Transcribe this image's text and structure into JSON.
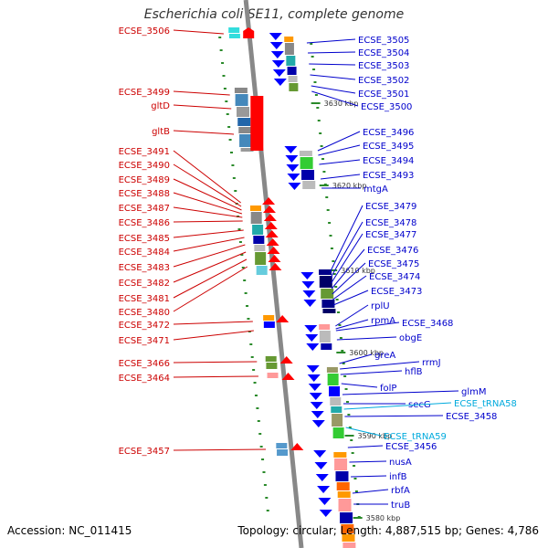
{
  "title": "Escherichia coli SE11, complete genome",
  "footer": {
    "accession": "Accession: NC_011415",
    "summary": "Topology: circular; Length: 4,887,515 bp; Genes: 4,786"
  },
  "colors": {
    "left_label": "#cc0000",
    "right_label": "#0000cc",
    "trna_label": "#00aadd",
    "backbone": "#888888",
    "tick": "#2a8a2a",
    "forward_arrow": "#ff0000",
    "reverse_arrow": "#0000ff"
  },
  "scale": [
    "3630 kbp",
    "3620 kbp",
    "3610 kbp",
    "3600 kbp",
    "3590 kbp",
    "3580 kbp"
  ],
  "left_genes": [
    "ECSE_3506",
    "ECSE_3499",
    "gltD",
    "gltB",
    "ECSE_3491",
    "ECSE_3490",
    "ECSE_3489",
    "ECSE_3488",
    "ECSE_3487",
    "ECSE_3486",
    "ECSE_3485",
    "ECSE_3484",
    "ECSE_3483",
    "ECSE_3482",
    "ECSE_3481",
    "ECSE_3480",
    "ECSE_3472",
    "ECSE_3471",
    "ECSE_3466",
    "ECSE_3464",
    "ECSE_3457"
  ],
  "right_genes": [
    "ECSE_3505",
    "ECSE_3504",
    "ECSE_3503",
    "ECSE_3502",
    "ECSE_3501",
    "ECSE_3500",
    "ECSE_3496",
    "ECSE_3495",
    "ECSE_3494",
    "ECSE_3493",
    "mtgA",
    "ECSE_3479",
    "ECSE_3478",
    "ECSE_3477",
    "ECSE_3476",
    "ECSE_3475",
    "ECSE_3474",
    "ECSE_3473",
    "rplU",
    "rpmA",
    "ECSE_3468",
    "obgE",
    "greA",
    "rrmJ",
    "hflB",
    "folP",
    "glmM",
    "secG",
    "ECSE_tRNA58",
    "ECSE_3458",
    "ECSE_tRNA59",
    "ECSE_3456",
    "nusA",
    "infB",
    "rbfA",
    "truB"
  ]
}
